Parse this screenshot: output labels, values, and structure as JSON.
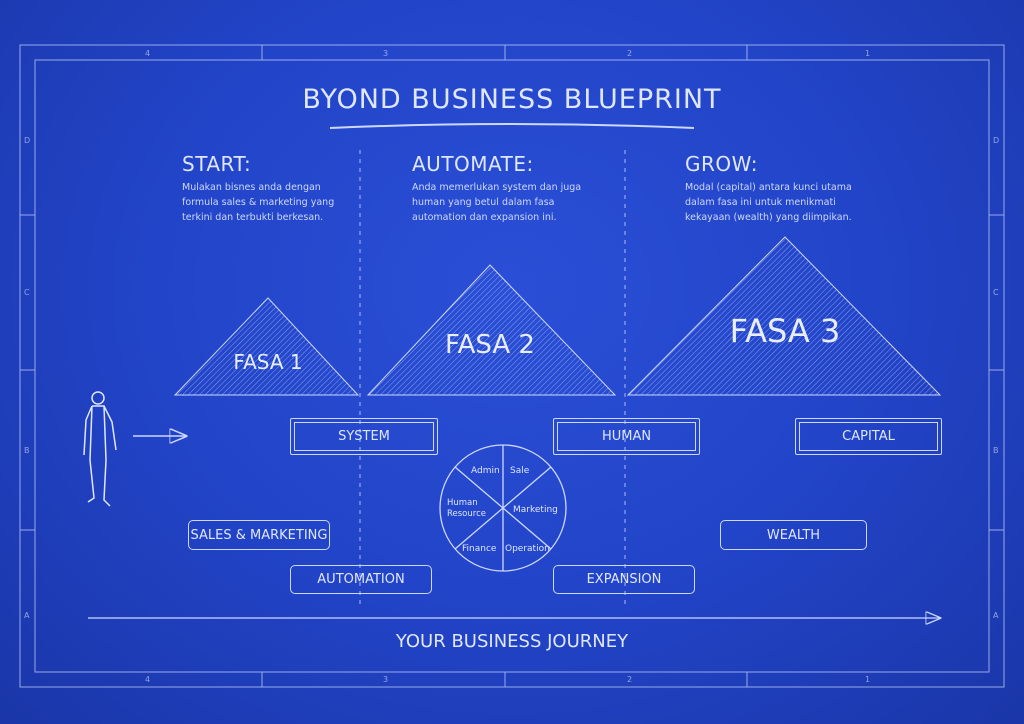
{
  "title": "BYOND BUSINESS BLUEPRINT",
  "frame": {
    "columns": [
      "4",
      "3",
      "2",
      "1"
    ],
    "rows": [
      "D",
      "C",
      "B",
      "A"
    ]
  },
  "phases": [
    {
      "heading": "START:",
      "description": "Mulakan bisnes anda dengan formula sales & marketing yang terkini dan terbukti berkesan.",
      "label": "FASA 1"
    },
    {
      "heading": "AUTOMATE:",
      "description": "Anda memerlukan system dan juga human yang betul dalam fasa automation dan expansion ini.",
      "label": "FASA 2"
    },
    {
      "heading": "GROW:",
      "description": "Modal (capital) antara kunci utama dalam fasa ini untuk menikmati kekayaan (wealth) yang diimpikan.",
      "label": "FASA 3"
    }
  ],
  "boxes": {
    "system": "SYSTEM",
    "human": "HUMAN",
    "capital": "CAPITAL",
    "sales_marketing": "SALES & MARKETING",
    "wealth": "WEALTH",
    "automation": "AUTOMATION",
    "expansion": "EXPANSION"
  },
  "wheel": [
    "Admin",
    "Sale",
    "Marketing",
    "Operation",
    "Finance",
    "Human Resource"
  ],
  "footer": "YOUR BUSINESS JOURNEY",
  "colors": {
    "background": "#2244c8",
    "line": "#cdd8ff"
  }
}
